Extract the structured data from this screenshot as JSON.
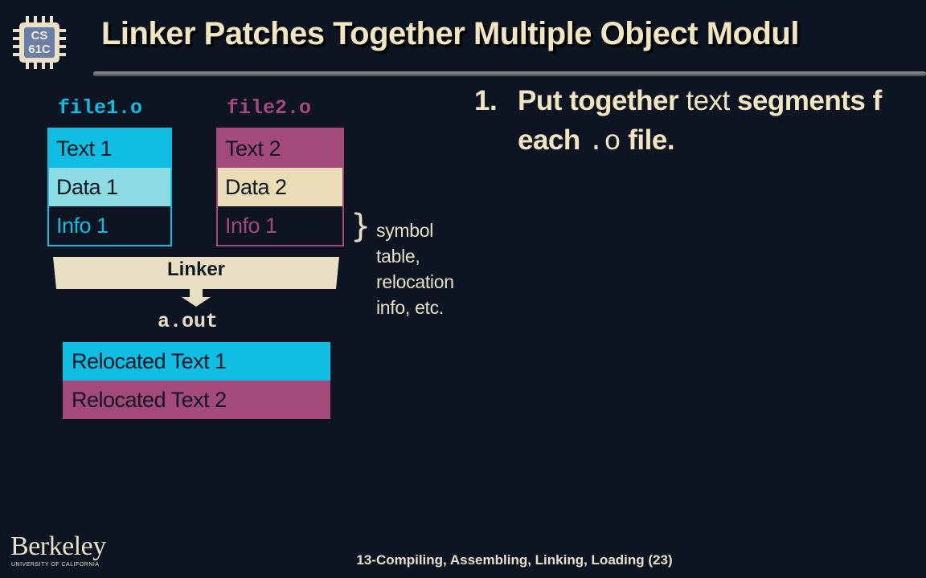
{
  "logo": {
    "line1": "CS",
    "line2": "61C"
  },
  "title": "Linker Patches Together Multiple Object Modul",
  "file1": {
    "name": "file1.o",
    "rows": [
      "Text 1",
      "Data 1",
      "Info 1"
    ]
  },
  "file2": {
    "name": "file2.o",
    "rows": [
      "Text 2",
      "Data 2",
      "Info 1"
    ]
  },
  "note": {
    "lines": [
      "symbol",
      "table,",
      "relocation",
      "info, etc."
    ]
  },
  "linker_label": "Linker",
  "aout": {
    "name": "a.out",
    "rows": [
      "Relocated Text 1",
      "Relocated Text 2"
    ]
  },
  "point1": {
    "number": "1.",
    "line1_a": "Put together",
    "line1_b": "text",
    "line1_c": "segments f",
    "line2_a": "each",
    "line2_b": ".o",
    "line2_c": "file."
  },
  "footer": "13-Compiling, Assembling, Linking, Loading (23)",
  "brand": {
    "name": "Berkeley",
    "sub": "UNIVERSITY OF CALIFORNIA"
  },
  "colors": {
    "background": "#0c1521",
    "file1_accent": "#10bde3",
    "file2_accent": "#a3497b",
    "cream": "#e9e0c3"
  }
}
